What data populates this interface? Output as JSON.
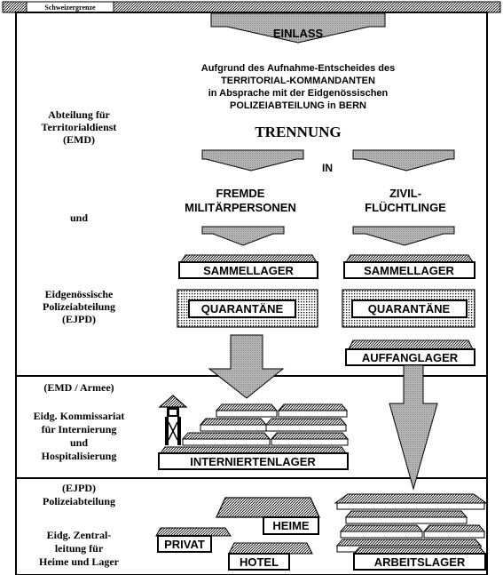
{
  "border_label": "Schweizergrenze",
  "entry": "EINLASS",
  "decision": {
    "line1": "Aufgrund des Aufnahme-Entscheides des",
    "line2": "TERRITORIAL-KOMMANDANTEN",
    "line3": "in Absprache mit der Eidgenössischen",
    "line4": "POLIZEIABTEILUNG in BERN"
  },
  "separation": "TRENNUNG",
  "into": "IN",
  "left_authorities": {
    "dept1_line1": "Abteilung für",
    "dept1_line2": "Territorialdienst",
    "dept1_line3": "(EMD)",
    "and": "und",
    "dept2_line1": "Eidgenössische",
    "dept2_line2": "Polizeiabteilung",
    "dept2_line3": "(EJPD)"
  },
  "military": {
    "line1": "FREMDE",
    "line2": "MILITÄRPERSONEN",
    "collection_camp": "SAMMELLAGER",
    "quarantine": "QUARANTÄNE"
  },
  "civilian": {
    "line1": "ZIVIL-",
    "line2": "FLÜCHTLINGE",
    "collection_camp": "SAMMELLAGER",
    "quarantine": "QUARANTÄNE",
    "reception_camp": "AUFFANGLAGER"
  },
  "internment_section": {
    "authority1": "(EMD / Armee)",
    "authority2_line1": "Eidg. Kommissariat",
    "authority2_line2": "für Internierung",
    "authority2_line3": "und",
    "authority2_line4": "Hospitalisierung",
    "camp": "INTERNIERTENLAGER"
  },
  "civil_section": {
    "authority1_line1": "(EJPD)",
    "authority1_line2": "Polizeiabteilung",
    "authority2_line1": "Eidg. Zentral-",
    "authority2_line2": "leitung für",
    "authority2_line3": "Heime und Lager",
    "homes": "HEIME",
    "private": "PRIVAT",
    "hotel": "HOTEL",
    "labour_camp": "ARBEITSLAGER"
  }
}
